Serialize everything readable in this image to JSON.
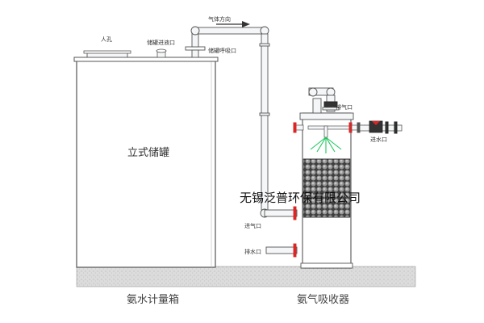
{
  "labels": {
    "manhole": "人孔",
    "tank_inlet": "储罐进液口",
    "gas_direction": "气体方向",
    "tank_breather": "储罐呼吸口",
    "tank_body": "立式储罐",
    "exhaust": "排气口",
    "water_in": "进水口",
    "gas_in": "进气口",
    "drain": "排水口"
  },
  "watermark": "无锡泛普环保有限公司",
  "captions": {
    "left": "氨水计量箱",
    "right": "氨气吸收器"
  },
  "colors": {
    "pipe_fill": "#f4f6f8",
    "outline": "#555555",
    "spray": "#22c55e",
    "valve": "#dc2626",
    "packing": "#5b5b5b",
    "ground": "#dcdcdc"
  }
}
